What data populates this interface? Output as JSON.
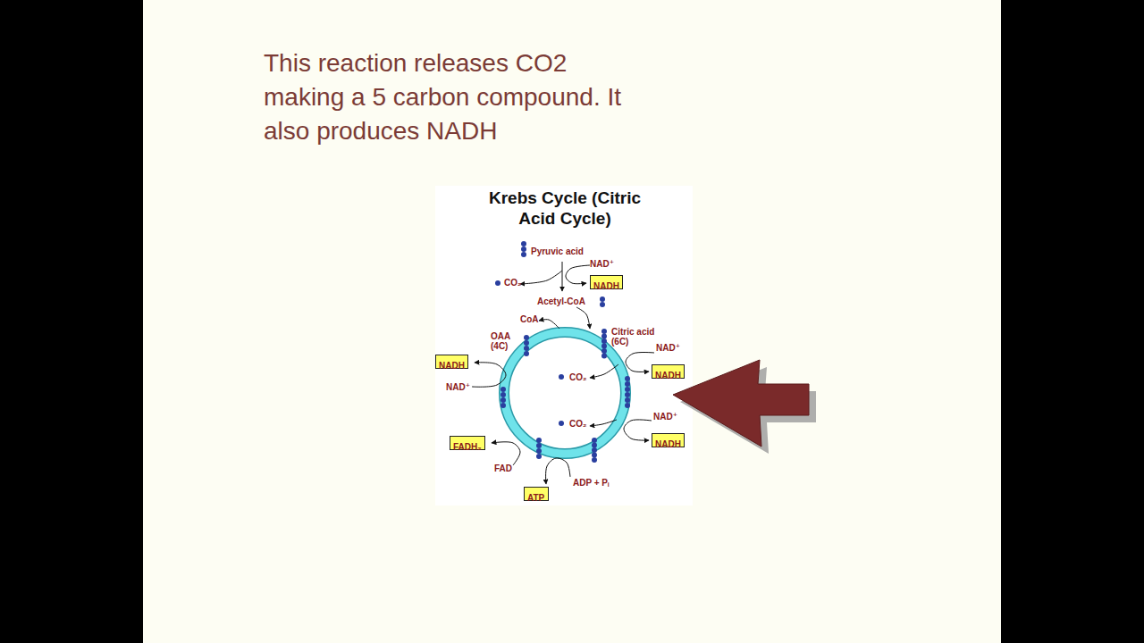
{
  "diagram": {
    "title": "Krebs Cycle (Citric Acid Cycle)",
    "nodes": [
      {
        "text": [
          "NADH"
        ]
      },
      {
        "text": [
          "NADH"
        ]
      },
      {
        "text": [
          "NADH"
        ]
      },
      {
        "text": [
          "NADH"
        ]
      },
      {
        "text": [
          "FADH₂"
        ]
      },
      {
        "text": [
          "ATP"
        ]
      }
    ],
    "labels": [
      "This reaction releases CO2 making a 5 carbon compound. It also produces NADH",
      "Pyruvic acid",
      "NAD⁺",
      "CO₂",
      "Acetyl-CoA",
      "CoA",
      "OAA (4C)",
      "Citric acid (6C)",
      "NAD⁺",
      "CO₂",
      "NAD⁺",
      "CO₂",
      "NAD⁺",
      "FAD",
      "ADP + Pᵢ"
    ]
  }
}
